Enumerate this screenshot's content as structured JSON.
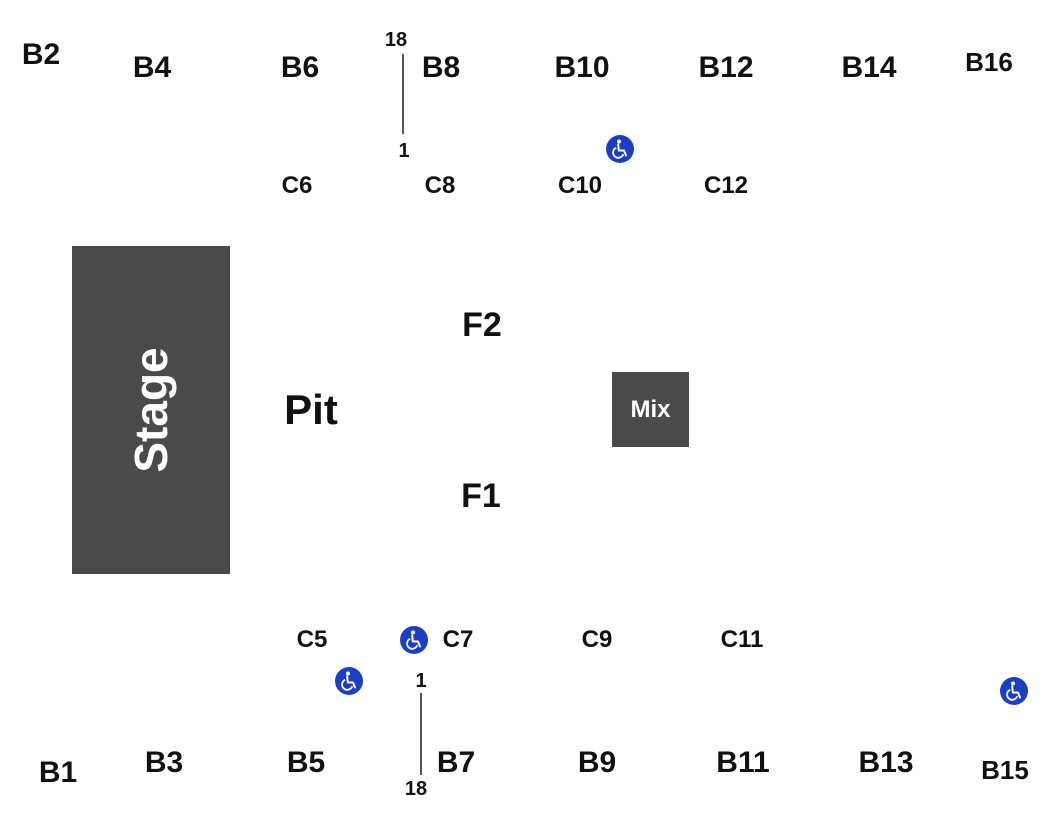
{
  "sections_top": [
    "B2",
    "B4",
    "B6",
    "B8",
    "B10",
    "B12",
    "B14",
    "B16"
  ],
  "sections_top_inner": [
    "C6",
    "C8",
    "C10",
    "C12"
  ],
  "sections_bottom_inner": [
    "C5",
    "C7",
    "C9",
    "C11"
  ],
  "sections_bottom": [
    "B1",
    "B3",
    "B5",
    "B7",
    "B9",
    "B11",
    "B13",
    "B15"
  ],
  "floor": [
    "F2",
    "F1"
  ],
  "pit_label": "Pit",
  "stage_label": "Stage",
  "mix_label": "Mix",
  "row_markers": {
    "top": {
      "start": "18",
      "end": "1"
    },
    "bottom": {
      "start": "1",
      "end": "18"
    }
  },
  "colors": {
    "stage": "#4a4a4a",
    "accessible_icon": "#1a3fc4"
  },
  "icons": [
    "wheelchair-accessible-icon"
  ]
}
